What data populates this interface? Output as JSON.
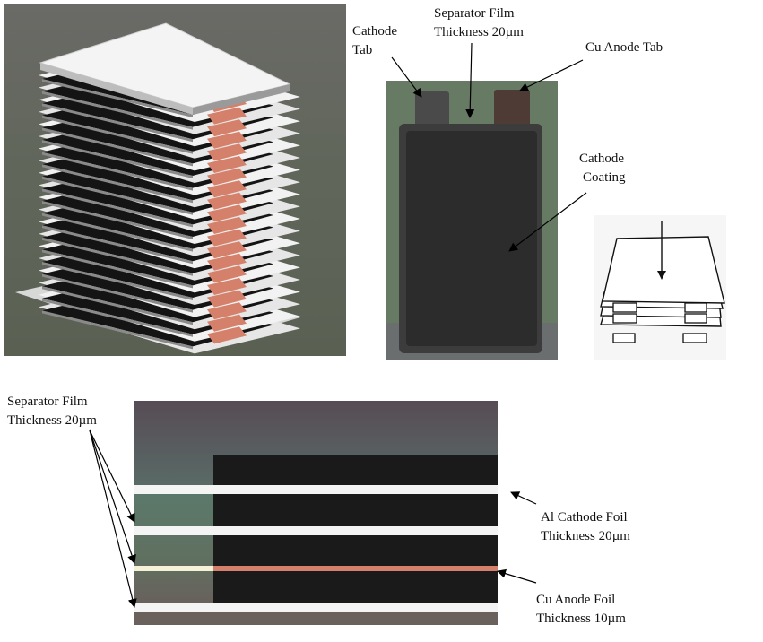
{
  "labels": {
    "cathode_tab": [
      "Cathode",
      "Tab"
    ],
    "separator_top": [
      "Separator Film",
      "Thickness 20µm"
    ],
    "cu_anode_tab": [
      "Cu Anode  Tab"
    ],
    "cathode_coating": [
      "Cathode",
      "Coating"
    ],
    "separator_bottom": [
      "Separator Film",
      "Thickness 20µm"
    ],
    "al_cathode_foil": [
      "Al Cathode  Foil",
      "Thickness 20µm"
    ],
    "cu_anode_foil": [
      "Cu Anode  Foil",
      "Thickness 10µm"
    ]
  },
  "colors": {
    "stack_bg": "#5c6658",
    "cell_bg": "#667a64",
    "cell_body": "#2c2c2c",
    "cathode_tab": "#4a4a4a",
    "anode_tab": "#4f3b36",
    "copper": "#d4806a",
    "cross_top": "#5a5358",
    "cross_left": "#5c7a6c",
    "cross_bottom": "#6a605c"
  }
}
